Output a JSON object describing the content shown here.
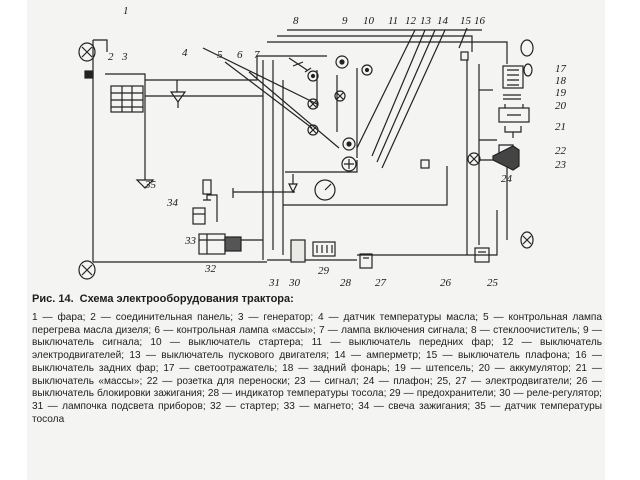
{
  "figure": {
    "number": "Рис. 14.",
    "title": "Схема электрооборудования трактора:"
  },
  "legend_text": "1 — фара; 2 — соединительная панель; 3 — генератор; 4 — датчик температуры масла; 5 — контрольная лампа перегрева масла дизеля; 6 — контрольная лампа «массы»; 7 — лампа включения сигнала; 8 — стеклоочиститель; 9 — выключатель сигнала; 10 — выключатель стартера; 11 — выключатель передних фар; 12 — выключатель электродвигателей; 13 — выключатель пускового двигателя; 14 — амперметр; 15 — выключатель плафона; 16 — выключатель задних фар; 17 — светоотражатель; 18 — задний фонарь; 19 — штепсель; 20 — аккумулятор; 21 — выключатель «массы»; 22 — розетка для переноски; 23 — сигнал; 24 — плафон; 25, 27 — электродвигатели; 26 — выключатель блокировки зажигания; 28 — индикатор температуры тосола; 29 — предохранители; 30 — реле-регулятор; 31 — лампочка подсвета приборов; 32 — стартер; 33 — магнето; 34 — свеча зажигания; 35 — датчик температуры тосола",
  "diagram_labels": {
    "n1": "1",
    "n2": "2",
    "n3": "3",
    "n4": "4",
    "n5": "5",
    "n6": "6",
    "n7": "7",
    "n8": "8",
    "n9": "9",
    "n10": "10",
    "n11": "11",
    "n12": "12",
    "n13": "13",
    "n14": "14",
    "n15": "15",
    "n16": "16",
    "n17": "17",
    "n18": "18",
    "n19": "19",
    "n20": "20",
    "n21": "21",
    "n22": "22",
    "n23": "23",
    "n24": "24",
    "n25": "25",
    "n26": "26",
    "n27": "27",
    "n28": "28",
    "n29": "29",
    "n30": "30",
    "n31": "31",
    "n32": "32",
    "n33": "33",
    "n34": "34",
    "n35": "35"
  }
}
